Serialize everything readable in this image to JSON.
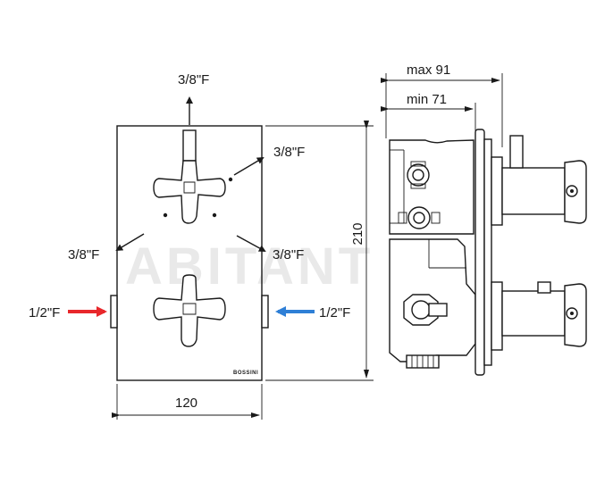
{
  "labels": {
    "outlet_top": "3/8\"F",
    "outlet_upper_right": "3/8\"F",
    "outlet_lower_left": "3/8\"F",
    "outlet_lower_right": "3/8\"F",
    "inlet_hot": "1/2\"F",
    "inlet_cold": "1/2\"F"
  },
  "dimensions": {
    "width": "120",
    "height": "210",
    "depth_max": "max 91",
    "depth_min": "min 71"
  },
  "brand_mark": "BOSSINI",
  "watermark": "ABITANT",
  "colors": {
    "hot_arrow": "#e8272b",
    "cold_arrow": "#2f7fd6",
    "line": "#1a1a1a"
  }
}
